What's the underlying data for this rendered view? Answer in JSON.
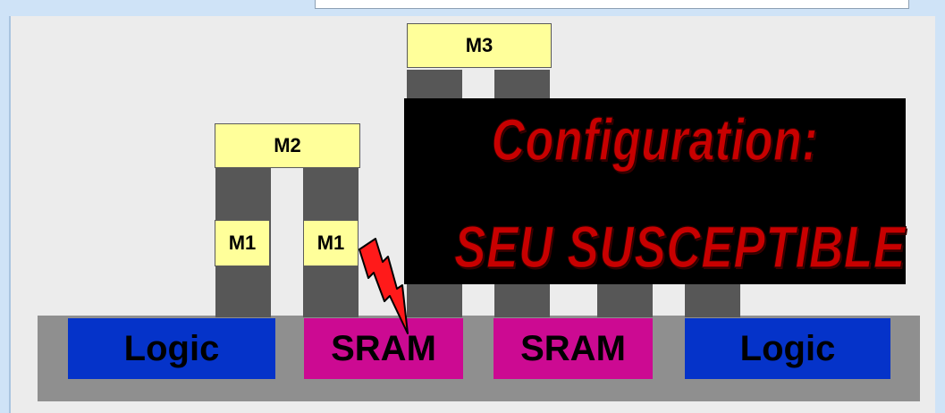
{
  "labels": {
    "m3": "M3",
    "m2": "M2",
    "m1_left": "M1",
    "m1_right": "M1",
    "logic_left": "Logic",
    "sram_left": "SRAM",
    "sram_right": "SRAM",
    "logic_right": "Logic"
  },
  "caption": {
    "line1": "Configuration:",
    "line2": "SEU SUSCEPTIBLE"
  },
  "icons": {
    "strike": "lightning-bolt-icon"
  },
  "colors": {
    "logic": "#0533c9",
    "sram": "#cc0a92",
    "metal_label": "#ffff9a",
    "caption_text": "#c80000",
    "caption_bg": "#000000"
  }
}
